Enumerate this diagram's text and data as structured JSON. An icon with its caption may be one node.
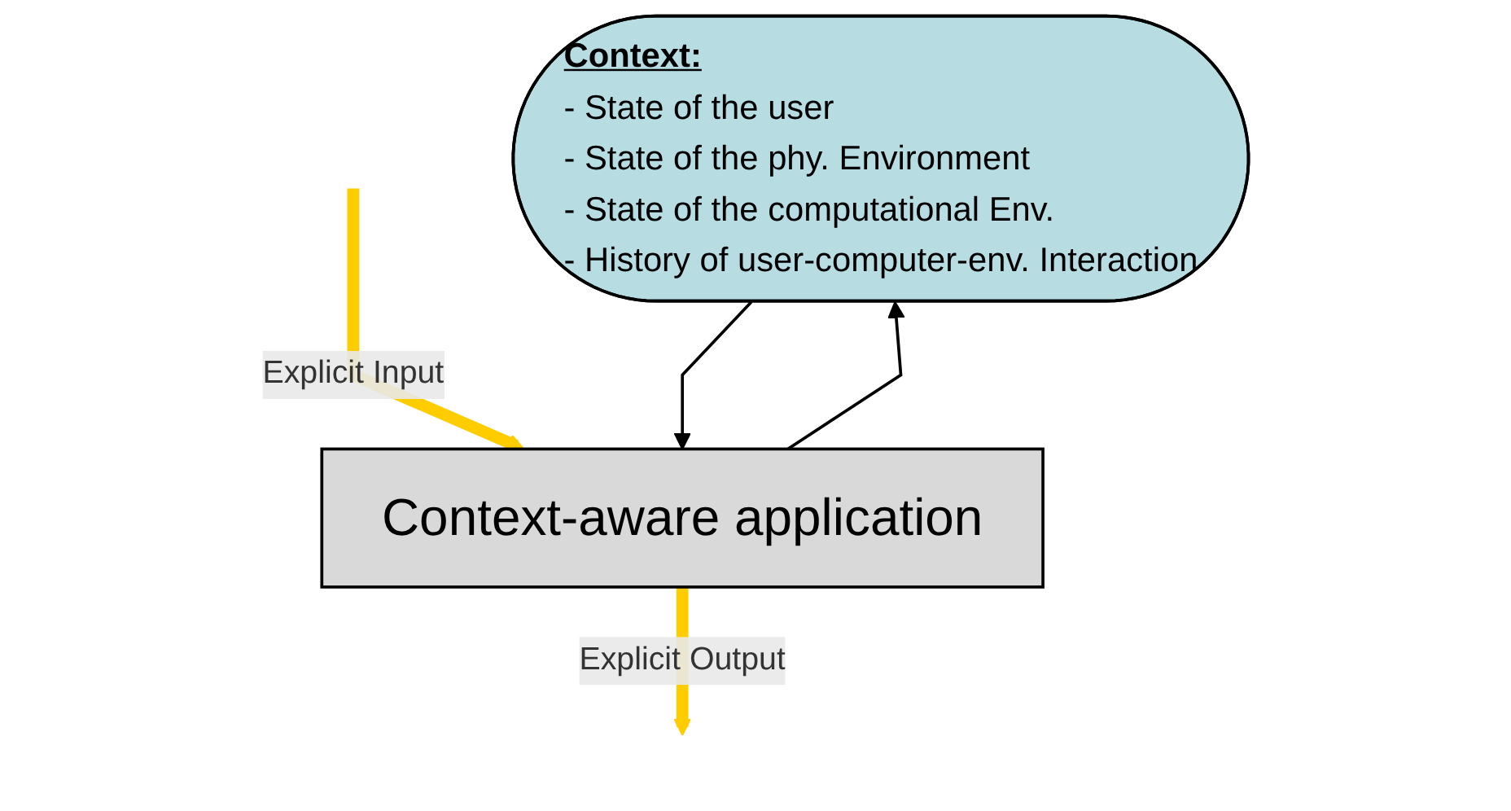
{
  "diagram": {
    "nodes": [
      {
        "text": [
          "Context:",
          "- State of the user",
          "- State of the phy. Environment",
          "- State of the computational Env.",
          "- History of user-computer-env. Interaction"
        ]
      },
      {
        "text": [
          "Context-aware application"
        ]
      }
    ],
    "edges": [
      {
        "from": null,
        "to": 1,
        "arrow": "to",
        "label": "Explicit Input",
        "style": "thick",
        "color": "#ffcc00"
      },
      {
        "from": 1,
        "to": 0,
        "arrow": "to",
        "color": "#000000"
      },
      {
        "from": 0,
        "to": 1,
        "arrow": "to",
        "color": "#000000"
      },
      {
        "from": 1,
        "to": null,
        "arrow": "to",
        "label": "Explicit Output",
        "style": "thick",
        "color": "#ffcc00"
      }
    ]
  }
}
